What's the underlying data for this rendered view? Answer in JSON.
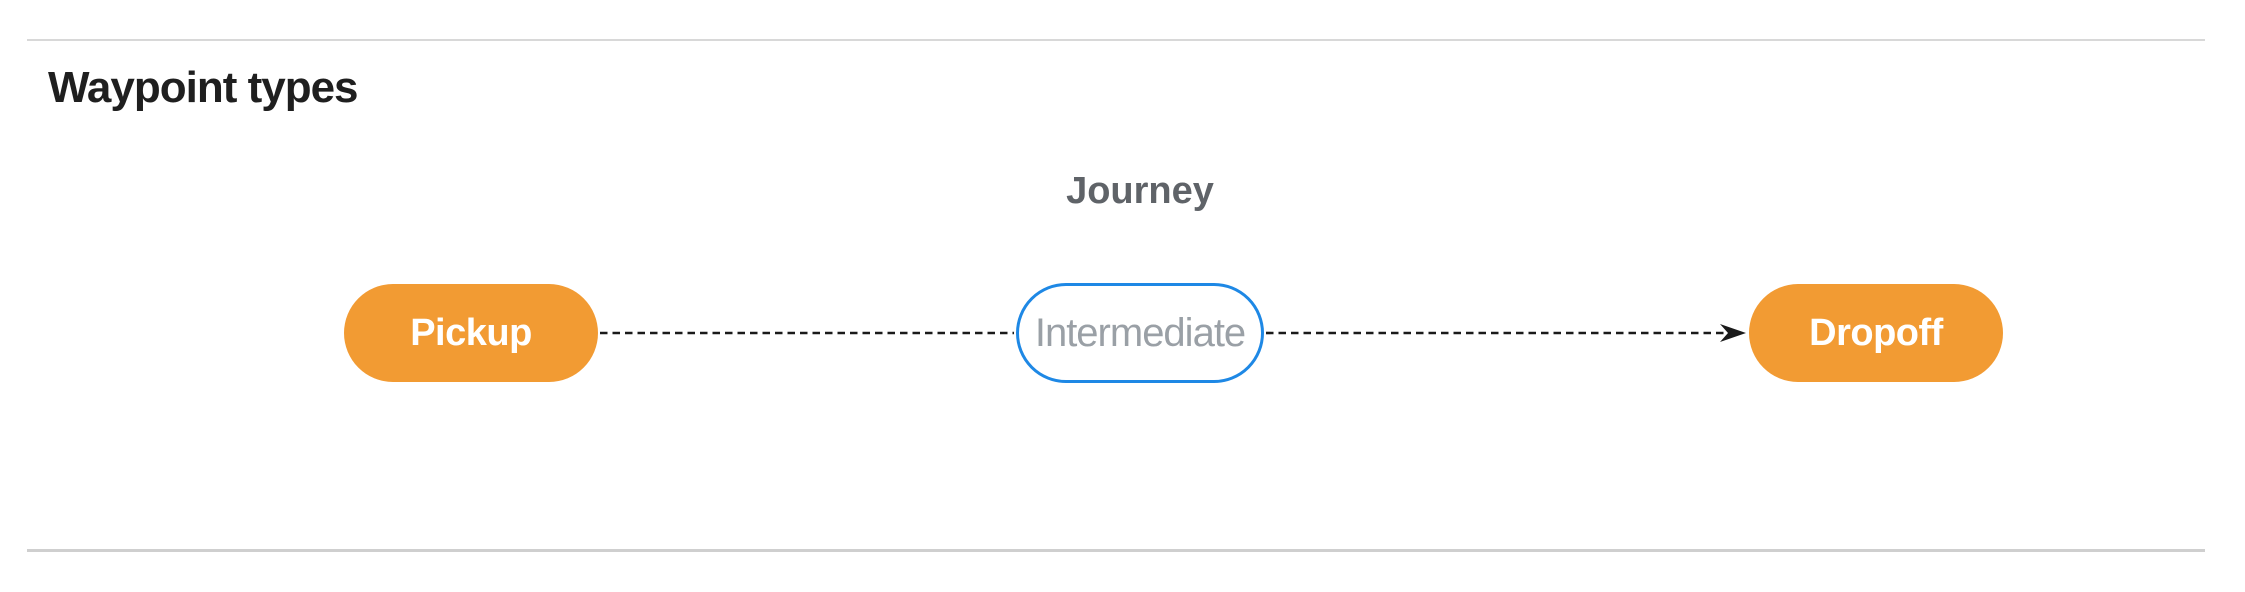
{
  "page": {
    "heading": "Waypoint types"
  },
  "diagram": {
    "title": "Journey",
    "nodes": [
      {
        "id": "pickup",
        "label": "Pickup",
        "style": "filled-orange"
      },
      {
        "id": "intermediate",
        "label": "Intermediate",
        "style": "outlined-blue"
      },
      {
        "id": "dropoff",
        "label": "Dropoff",
        "style": "filled-orange"
      }
    ],
    "connector": {
      "from": "Pickup",
      "through": "Intermediate",
      "to": "Dropoff",
      "line_style": "dashed",
      "arrow": "end-only"
    },
    "colors": {
      "node_fill": "#F29B33",
      "node_label": "#FFFFFF",
      "intermediate_border": "#1E88E5",
      "intermediate_label": "#9AA0A6",
      "journey_label": "#5F6368",
      "heading": "#1F1F1F",
      "connector": "#1A1A1A",
      "divider": "#D8D8D8",
      "divider_bottom": "#CFCFCF"
    }
  }
}
